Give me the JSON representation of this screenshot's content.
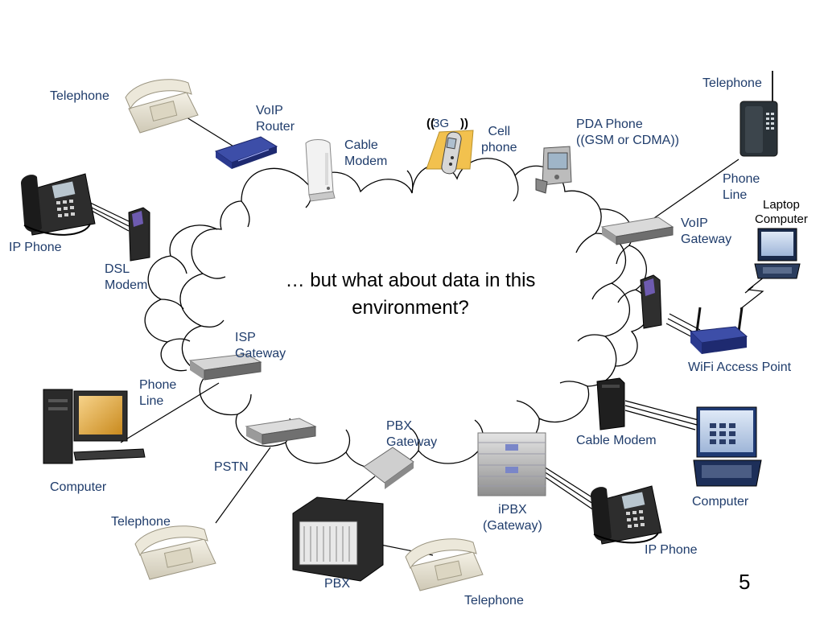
{
  "slide": {
    "headline": "… but what about data in this environment?",
    "page_number": "5"
  },
  "labels": {
    "telephone_top_left": "Telephone",
    "voip_router": [
      "VoIP",
      "Router"
    ],
    "cable_modem_top": [
      "Cable",
      "Modem"
    ],
    "cell_phone": [
      "Cell",
      "phone"
    ],
    "cell_badge": "3G",
    "pda_phone": [
      "PDA Phone",
      "((GSM or CDMA))"
    ],
    "telephone_top_right": "Telephone",
    "phone_line_right": [
      "Phone",
      "Line"
    ],
    "laptop_computer": [
      "Laptop",
      "Computer"
    ],
    "voip_gateway": [
      "VoIP",
      "Gateway"
    ],
    "ip_phone_left": "IP Phone",
    "dsl_modem": [
      "DSL",
      "Modem"
    ],
    "isp_gateway": [
      "ISP",
      "Gateway"
    ],
    "wifi_access_point": "WiFi Access Point",
    "phone_line_left": [
      "Phone",
      "Line"
    ],
    "computer_left": "Computer",
    "cable_modem_right": "Cable Modem",
    "computer_right": "Computer",
    "pstn": "PSTN",
    "pbx_gateway": [
      "PBX",
      "Gateway"
    ],
    "ipbx": [
      "iPBX",
      "(Gateway)"
    ],
    "telephone_bottom_left": "Telephone",
    "ip_phone_right": "IP Phone",
    "pbx": "PBX",
    "telephone_bottom": "Telephone"
  },
  "colors": {
    "label_text": "#1f3c6b",
    "cloud_stroke": "#000000",
    "device_body": "#3a3a3a",
    "router_blue": "#2b3a8f",
    "cell_yellow": "#f2c14e"
  },
  "icons": [
    "desk-phone-icon",
    "ip-phone-icon",
    "router-icon",
    "modem-icon",
    "cell-phone-icon",
    "pda-icon",
    "cordless-phone-icon",
    "gateway-box-icon",
    "laptop-icon",
    "wifi-router-icon",
    "desktop-computer-icon",
    "pbx-cabinet-icon",
    "ipbx-rack-icon"
  ]
}
